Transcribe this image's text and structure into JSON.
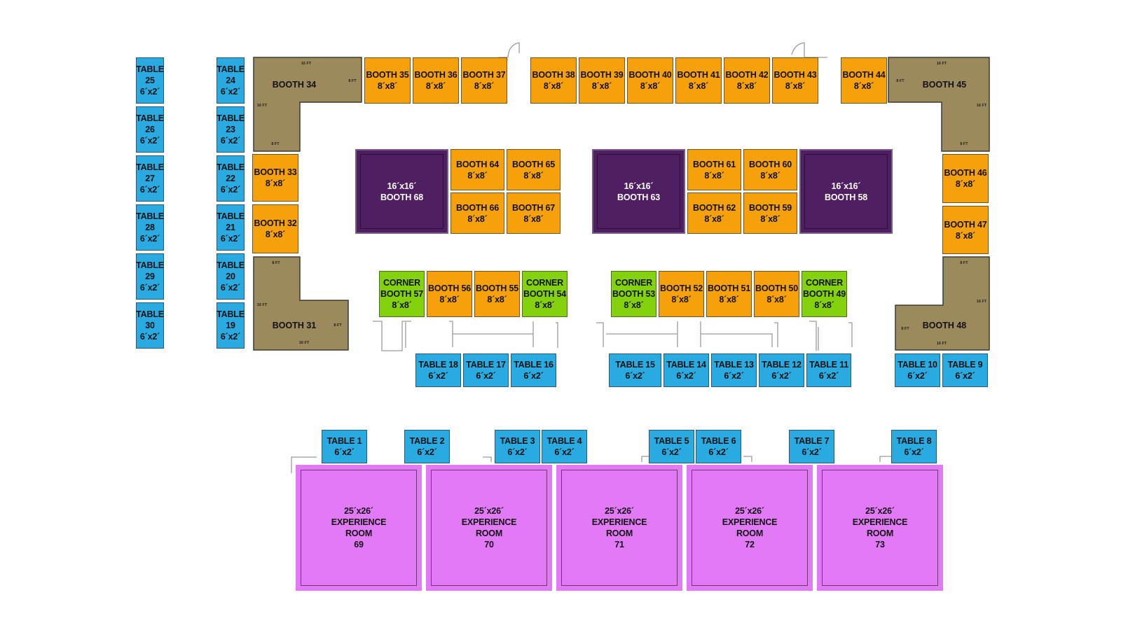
{
  "colors": {
    "table": "#29abe2",
    "booth": "#f7a10a",
    "corner_booth": "#84d20e",
    "premium_booth": "#4f1f62",
    "l_booth": "#9d8a5c",
    "experience_room": "#e27af8"
  },
  "tables": [
    {
      "id": "1",
      "title": "TABLE 1",
      "size": "6´x2´"
    },
    {
      "id": "2",
      "title": "TABLE 2",
      "size": "6´x2´"
    },
    {
      "id": "3",
      "title": "TABLE 3",
      "size": "6´x2´"
    },
    {
      "id": "4",
      "title": "TABLE 4",
      "size": "6´x2´"
    },
    {
      "id": "5",
      "title": "TABLE 5",
      "size": "6´x2´"
    },
    {
      "id": "6",
      "title": "TABLE 6",
      "size": "6´x2´"
    },
    {
      "id": "7",
      "title": "TABLE 7",
      "size": "6´x2´"
    },
    {
      "id": "8",
      "title": "TABLE 8",
      "size": "6´x2´"
    },
    {
      "id": "9",
      "title": "TABLE 9",
      "size": "6´x2´"
    },
    {
      "id": "10",
      "title": "TABLE 10",
      "size": "6´x2´"
    },
    {
      "id": "11",
      "title": "TABLE 11",
      "size": "6´x2´"
    },
    {
      "id": "12",
      "title": "TABLE 12",
      "size": "6´x2´"
    },
    {
      "id": "13",
      "title": "TABLE 13",
      "size": "6´x2´"
    },
    {
      "id": "14",
      "title": "TABLE 14",
      "size": "6´x2´"
    },
    {
      "id": "15",
      "title": "TABLE 15",
      "size": "6´x2´"
    },
    {
      "id": "16",
      "title": "TABLE 16",
      "size": "6´x2´"
    },
    {
      "id": "17",
      "title": "TABLE 17",
      "size": "6´x2´"
    },
    {
      "id": "18",
      "title": "TABLE 18",
      "size": "6´x2´"
    },
    {
      "id": "19",
      "title": "TABLE",
      "num": "19",
      "size": "6´x2´"
    },
    {
      "id": "20",
      "title": "TABLE",
      "num": "20",
      "size": "6´x2´"
    },
    {
      "id": "21",
      "title": "TABLE",
      "num": "21",
      "size": "6´x2´"
    },
    {
      "id": "22",
      "title": "TABLE",
      "num": "22",
      "size": "6´x2´"
    },
    {
      "id": "23",
      "title": "TABLE",
      "num": "23",
      "size": "6´x2´"
    },
    {
      "id": "24",
      "title": "TABLE",
      "num": "24",
      "size": "6´x2´"
    },
    {
      "id": "25",
      "title": "TABLE",
      "num": "25",
      "size": "6´x2´"
    },
    {
      "id": "26",
      "title": "TABLE",
      "num": "26",
      "size": "6´x2´"
    },
    {
      "id": "27",
      "title": "TABLE",
      "num": "27",
      "size": "6´x2´"
    },
    {
      "id": "28",
      "title": "TABLE",
      "num": "28",
      "size": "6´x2´"
    },
    {
      "id": "29",
      "title": "TABLE",
      "num": "29",
      "size": "6´x2´"
    },
    {
      "id": "30",
      "title": "TABLE",
      "num": "30",
      "size": "6´x2´"
    }
  ],
  "booths": [
    {
      "id": "32",
      "title": "BOOTH 32",
      "size": "8´x8´"
    },
    {
      "id": "33",
      "title": "BOOTH 33",
      "size": "8´x8´"
    },
    {
      "id": "35",
      "title": "BOOTH 35",
      "size": "8´x8´"
    },
    {
      "id": "36",
      "title": "BOOTH 36",
      "size": "8´x8´"
    },
    {
      "id": "37",
      "title": "BOOTH 37",
      "size": "8´x8´"
    },
    {
      "id": "38",
      "title": "BOOTH 38",
      "size": "8´x8´"
    },
    {
      "id": "39",
      "title": "BOOTH 39",
      "size": "8´x8´"
    },
    {
      "id": "40",
      "title": "BOOTH 40",
      "size": "8´x8´"
    },
    {
      "id": "41",
      "title": "BOOTH 41",
      "size": "8´x8´"
    },
    {
      "id": "42",
      "title": "BOOTH 42",
      "size": "8´x8´"
    },
    {
      "id": "43",
      "title": "BOOTH 43",
      "size": "8´x8´"
    },
    {
      "id": "44",
      "title": "BOOTH 44",
      "size": "8´x8´"
    },
    {
      "id": "46",
      "title": "BOOTH 46",
      "size": "8´x8´"
    },
    {
      "id": "47",
      "title": "BOOTH 47",
      "size": "8´x8´"
    },
    {
      "id": "50",
      "title": "BOOTH 50",
      "size": "8´x8´"
    },
    {
      "id": "51",
      "title": "BOOTH 51",
      "size": "8´x8´"
    },
    {
      "id": "52",
      "title": "BOOTH 52",
      "size": "8´x8´"
    },
    {
      "id": "55",
      "title": "BOOTH 55",
      "size": "8´x8´"
    },
    {
      "id": "56",
      "title": "BOOTH 56",
      "size": "8´x8´"
    },
    {
      "id": "59",
      "title": "BOOTH 59",
      "size": "8´x8´"
    },
    {
      "id": "60",
      "title": "BOOTH 60",
      "size": "8´x8´"
    },
    {
      "id": "61",
      "title": "BOOTH 61",
      "size": "8´x8´"
    },
    {
      "id": "62",
      "title": "BOOTH 62",
      "size": "8´x8´"
    },
    {
      "id": "64",
      "title": "BOOTH 64",
      "size": "8´x8´"
    },
    {
      "id": "65",
      "title": "BOOTH 65",
      "size": "8´x8´"
    },
    {
      "id": "66",
      "title": "BOOTH 66",
      "size": "8´x8´"
    },
    {
      "id": "67",
      "title": "BOOTH 67",
      "size": "8´x8´"
    }
  ],
  "corner_booths": [
    {
      "id": "49",
      "kind": "CORNER",
      "title": "BOOTH 49",
      "size": "8´x8´"
    },
    {
      "id": "53",
      "kind": "CORNER",
      "title": "BOOTH 53",
      "size": "8´x8´"
    },
    {
      "id": "54",
      "kind": "CORNER",
      "title": "BOOTH 54",
      "size": "8´x8´"
    },
    {
      "id": "57",
      "kind": "CORNER",
      "title": "BOOTH 57",
      "size": "8´x8´"
    }
  ],
  "premium_booths": [
    {
      "id": "58",
      "size": "16´x16´",
      "title": "BOOTH 58"
    },
    {
      "id": "63",
      "size": "16´x16´",
      "title": "BOOTH 63"
    },
    {
      "id": "68",
      "size": "16´x16´",
      "title": "BOOTH 68"
    }
  ],
  "l_booths": [
    {
      "id": "31",
      "title": "BOOTH 31",
      "dims": [
        "8 FT",
        "16 FT",
        "8 FT",
        "16 FT"
      ]
    },
    {
      "id": "34",
      "title": "BOOTH 34",
      "dims": [
        "16 FT",
        "8 FT",
        "16 FT",
        "8 FT"
      ]
    },
    {
      "id": "45",
      "title": "BOOTH 45",
      "dims": [
        "16 FT",
        "8 FT",
        "16 FT",
        "8 FT"
      ]
    },
    {
      "id": "48",
      "title": "BOOTH 48",
      "dims": [
        "8 FT",
        "16 FT",
        "8 FT",
        "16 FT"
      ]
    }
  ],
  "experience_rooms": [
    {
      "id": "69",
      "size": "25´x26´",
      "line1": "EXPERIENCE",
      "line2": "ROOM",
      "num": "69"
    },
    {
      "id": "70",
      "size": "25´x26´",
      "line1": "EXPERIENCE",
      "line2": "ROOM",
      "num": "70"
    },
    {
      "id": "71",
      "size": "25´x26´",
      "line1": "EXPERIENCE",
      "line2": "ROOM",
      "num": "71"
    },
    {
      "id": "72",
      "size": "25´x26´",
      "line1": "EXPERIENCE",
      "line2": "ROOM",
      "num": "72"
    },
    {
      "id": "73",
      "size": "25´x26´",
      "line1": "EXPERIENCE",
      "line2": "ROOM",
      "num": "73"
    }
  ]
}
